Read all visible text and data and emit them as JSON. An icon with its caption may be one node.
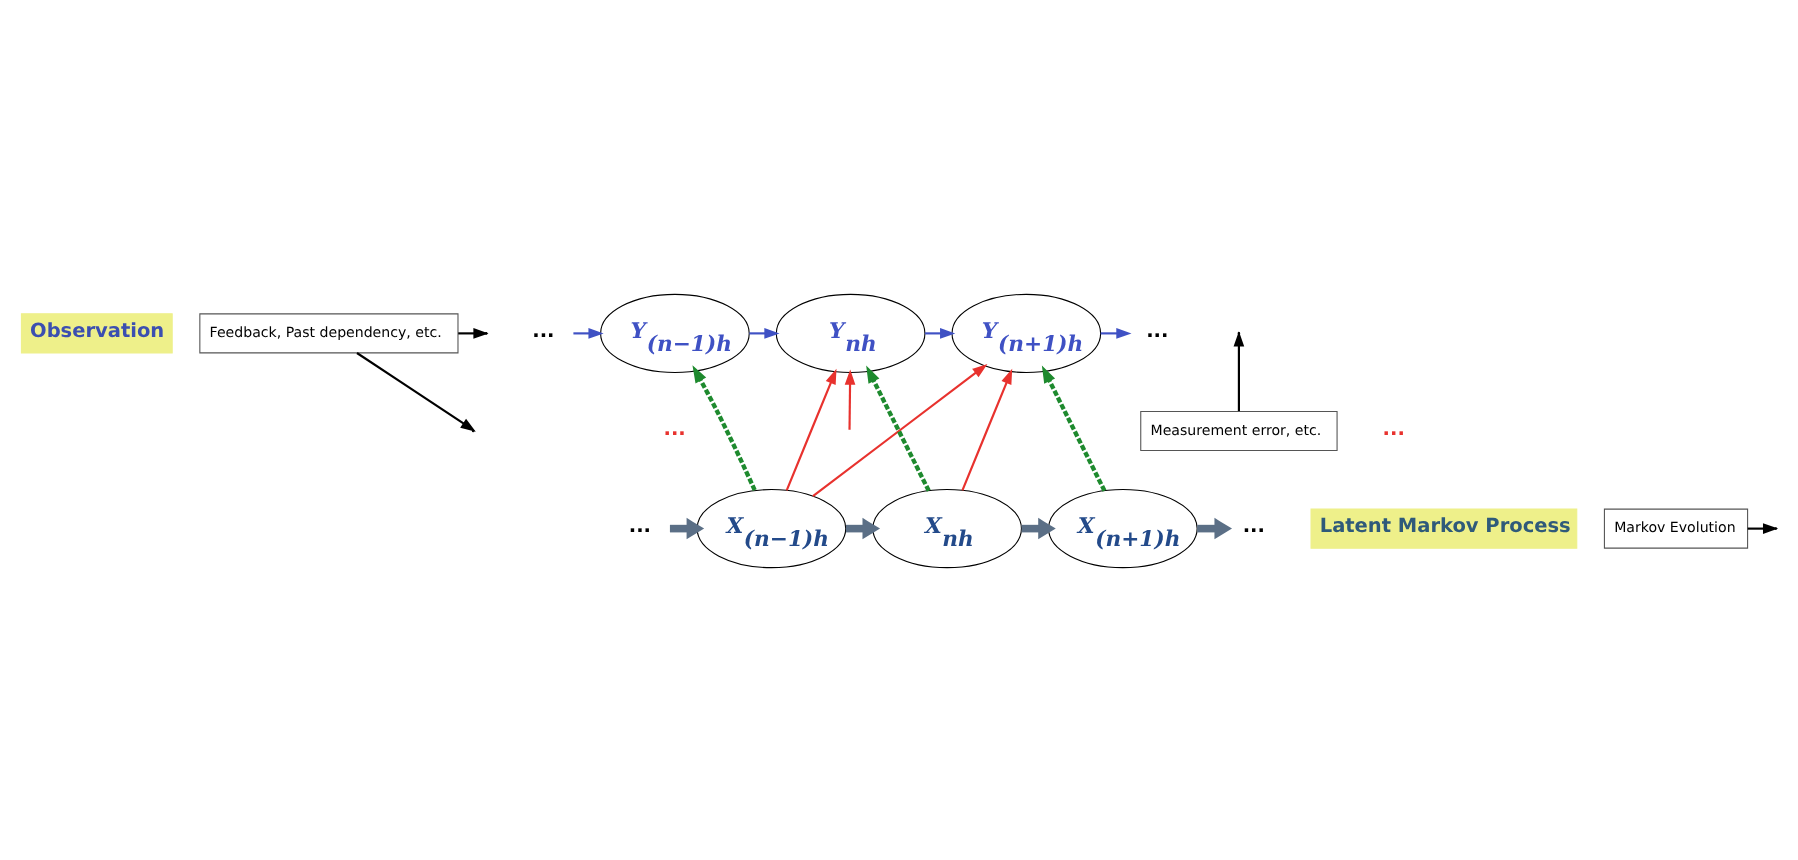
{
  "diagram": {
    "nodes": [
      {
        "text": [
          "Observation"
        ]
      },
      {
        "text": [
          "Feedback, Past dependency, etc."
        ]
      },
      {
        "text": [
          "..."
        ]
      },
      {
        "text": [
          "Y$_{(n−1)h}$"
        ]
      },
      {
        "text": [
          "Y$_{nh}$"
        ]
      },
      {
        "text": [
          "Y$_{(n+1)h}$"
        ]
      },
      {
        "text": [
          "..."
        ]
      },
      {
        "text": [
          "Measurement error, etc."
        ]
      },
      {
        "text": [
          "..."
        ]
      },
      {
        "text": [
          "X$_{(n−1)h}$"
        ]
      },
      {
        "text": [
          "X$_{nh}$"
        ]
      },
      {
        "text": [
          "X$_{(n+1)h}$"
        ]
      },
      {
        "text": [
          "..."
        ]
      },
      {
        "text": [
          "Latent Markov Process"
        ]
      },
      {
        "text": [
          "Markov Evolution"
        ]
      }
    ],
    "edges": [
      {
        "from": 2,
        "to": 3,
        "arrow": "to",
        "color": "#3f51c4"
      },
      {
        "from": 3,
        "to": 4,
        "arrow": "to",
        "color": "#3f51c4"
      },
      {
        "from": 4,
        "to": 5,
        "arrow": "to",
        "color": "#3f51c4"
      },
      {
        "from": 5,
        "to": 6,
        "arrow": "to",
        "color": "#3f51c4"
      },
      {
        "from": 8,
        "to": 9,
        "arrow": "to",
        "style": "thick",
        "color": "#5b6f86"
      },
      {
        "from": 9,
        "to": 10,
        "arrow": "to",
        "style": "thick",
        "color": "#5b6f86"
      },
      {
        "from": 10,
        "to": 11,
        "arrow": "to",
        "style": "thick",
        "color": "#5b6f86"
      },
      {
        "from": 11,
        "to": 12,
        "arrow": "to",
        "style": "thick",
        "color": "#5b6f86"
      },
      {
        "from": 9,
        "to": 3,
        "arrow": "to",
        "style": "dashed",
        "color": "#1e8a2e"
      },
      {
        "from": 10,
        "to": 4,
        "arrow": "to",
        "style": "dashed",
        "color": "#1e8a2e"
      },
      {
        "from": 11,
        "to": 5,
        "arrow": "to",
        "style": "dashed",
        "color": "#1e8a2e"
      },
      {
        "from": null,
        "to": 4,
        "arrow": "to",
        "color": "#e8322e"
      },
      {
        "from": 9,
        "to": 4,
        "arrow": "to",
        "color": "#e8322e"
      },
      {
        "from": 9,
        "to": 5,
        "arrow": "to",
        "color": "#e8322e"
      },
      {
        "from": 10,
        "to": 5,
        "arrow": "to",
        "color": "#e8322e"
      },
      {
        "from": 1,
        "to": null,
        "arrow": "to",
        "color": "#000000"
      },
      {
        "from": 1,
        "to": null,
        "arrow": "to",
        "color": "#000000"
      },
      {
        "from": 7,
        "to": null,
        "arrow": "to",
        "color": "#000000"
      },
      {
        "from": 14,
        "to": null,
        "arrow": "to",
        "color": "#000000"
      }
    ],
    "labels": [
      "...",
      "..."
    ]
  }
}
